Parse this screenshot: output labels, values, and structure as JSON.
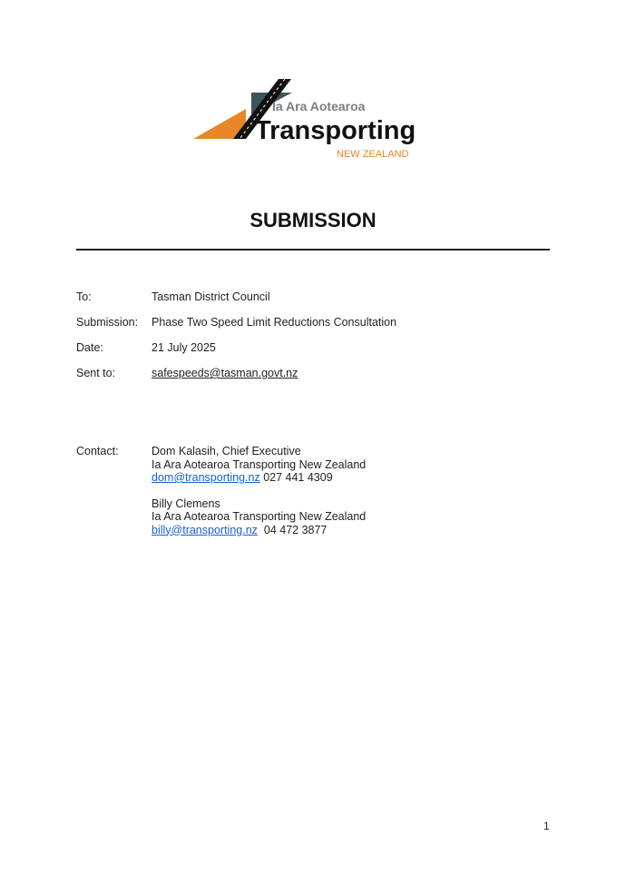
{
  "logo": {
    "subtitle": "Ia Ara Aotearoa",
    "name": "Transporting",
    "region": "NEW ZEALAND",
    "colors": {
      "orange": "#e8872a",
      "slate": "#3e545c"
    }
  },
  "title": "SUBMISSION",
  "fields": [
    {
      "label": "To:",
      "value": "Tasman District Council"
    },
    {
      "label": "Submission:",
      "value": "Phase Two Speed Limit Reductions Consultation"
    },
    {
      "label": "Date:",
      "value": "21 July 2025"
    },
    {
      "label": "Sent to:",
      "value": "safespeeds@tasman.govt.nz"
    }
  ],
  "contact": {
    "label": "Contact:",
    "people": [
      {
        "name": "Dom Kalasih, Chief Executive",
        "org": "Ia Ara Aotearoa Transporting New Zealand",
        "email": "dom@transporting.nz",
        "phone": "027 441 4309"
      },
      {
        "name": "Billy Clemens",
        "org": "Ia Ara Aotearoa Transporting New Zealand",
        "email": "billy@transporting.nz",
        "phone": "04 472 3877"
      }
    ]
  },
  "page_number": "1"
}
